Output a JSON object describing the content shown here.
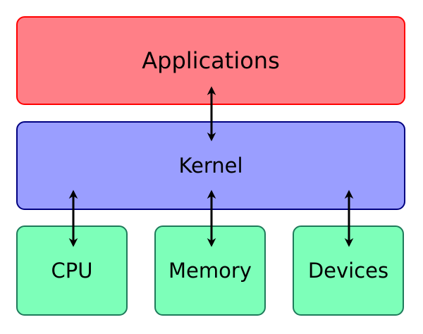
{
  "layers": {
    "applications": {
      "label": "Applications",
      "fill": "#ff7f87",
      "stroke": "#ff0000"
    },
    "kernel": {
      "label": "Kernel",
      "fill": "#9a9eff",
      "stroke": "#000080"
    }
  },
  "hardware": [
    {
      "label": "CPU",
      "fill": "#7dffb9",
      "stroke": "#1e7a5a"
    },
    {
      "label": "Memory",
      "fill": "#7dffb9",
      "stroke": "#1e7a5a"
    },
    {
      "label": "Devices",
      "fill": "#7dffb9",
      "stroke": "#1e7a5a"
    }
  ],
  "arrow_color": "#000000"
}
